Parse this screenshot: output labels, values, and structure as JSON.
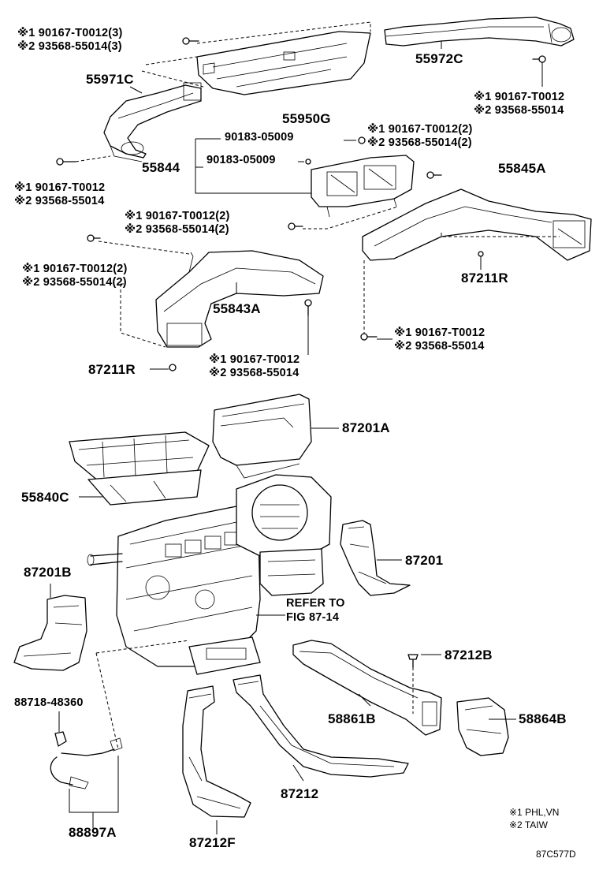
{
  "labels": {
    "p55972C": "55972C",
    "p55971C": "55971C",
    "p55950G": "55950G",
    "p55844": "55844",
    "p90183a": "90183-05009",
    "p90183b": "90183-05009",
    "p55845A": "55845A",
    "p87211R_right": "87211R",
    "p55843A": "55843A",
    "p87211R_left": "87211R",
    "p87201A": "87201A",
    "p55840C": "55840C",
    "p87201": "87201",
    "p87201B": "87201B",
    "refer1": "REFER TO",
    "refer2": "FIG 87-14",
    "p87212B": "87212B",
    "p58861B": "58861B",
    "p58864B": "58864B",
    "p88718": "88718-48360",
    "p87212": "87212",
    "p88897A": "88897A",
    "p87212F": "87212F",
    "legend1": "※1 PHL,VN",
    "legend2": "※2 TAIW",
    "figcode": "87C577D"
  },
  "callouts": {
    "top_left": {
      "a": "※1 90167-T0012(3)",
      "b": "※2 93568-55014(3)"
    },
    "right_top": {
      "a": "※1 90167-T0012",
      "b": "※2 93568-55014"
    },
    "mid_top": {
      "a": "※1 90167-T0012(2)",
      "b": "※2 93568-55014(2)"
    },
    "left_screw": {
      "a": "※1 90167-T0012",
      "b": "※2 93568-55014"
    },
    "mid_center": {
      "a": "※1 90167-T0012(2)",
      "b": "※2 93568-55014(2)"
    },
    "left_mid": {
      "a": "※1 90167-T0012(2)",
      "b": "※2 93568-55014(2)"
    },
    "right_bottom": {
      "a": "※1 90167-T0012",
      "b": "※2 93568-55014"
    },
    "center_bottom": {
      "a": "※1 90167-T0012",
      "b": "※2 93568-55014"
    }
  }
}
